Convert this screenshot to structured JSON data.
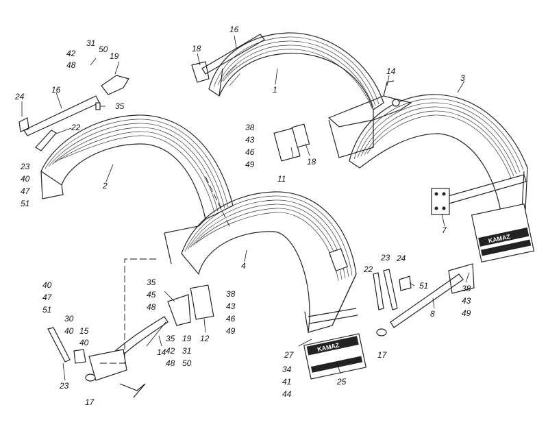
{
  "labels": [
    {
      "id": "n16a",
      "text": "16"
    },
    {
      "id": "n18a",
      "text": "18"
    },
    {
      "id": "n31a",
      "text": "31"
    },
    {
      "id": "n50a",
      "text": "50"
    },
    {
      "id": "n42a",
      "text": "42"
    },
    {
      "id": "n19a",
      "text": "19"
    },
    {
      "id": "n48a",
      "text": "48"
    },
    {
      "id": "n1",
      "text": "1"
    },
    {
      "id": "n14a",
      "text": "14"
    },
    {
      "id": "n3",
      "text": "3"
    },
    {
      "id": "n24a",
      "text": "24"
    },
    {
      "id": "n16b",
      "text": "16"
    },
    {
      "id": "n35a",
      "text": "35"
    },
    {
      "id": "n22a",
      "text": "22"
    },
    {
      "id": "n38a",
      "text": "38"
    },
    {
      "id": "n43a",
      "text": "43"
    },
    {
      "id": "n46a",
      "text": "46"
    },
    {
      "id": "n49a",
      "text": "49"
    },
    {
      "id": "n18b",
      "text": "18"
    },
    {
      "id": "n11",
      "text": "11"
    },
    {
      "id": "n23a",
      "text": "23"
    },
    {
      "id": "n40a",
      "text": "40"
    },
    {
      "id": "n47a",
      "text": "47"
    },
    {
      "id": "n51a",
      "text": "51"
    },
    {
      "id": "n2",
      "text": "2"
    },
    {
      "id": "n7",
      "text": "7"
    },
    {
      "id": "n4",
      "text": "4"
    },
    {
      "id": "n22b",
      "text": "22"
    },
    {
      "id": "n23b",
      "text": "23"
    },
    {
      "id": "n24b",
      "text": "24"
    },
    {
      "id": "n51b",
      "text": "51"
    },
    {
      "id": "n35b",
      "text": "35"
    },
    {
      "id": "n45",
      "text": "45"
    },
    {
      "id": "n48b",
      "text": "48"
    },
    {
      "id": "n38b",
      "text": "38"
    },
    {
      "id": "n43b",
      "text": "43"
    },
    {
      "id": "n46b",
      "text": "46"
    },
    {
      "id": "n49b",
      "text": "49"
    },
    {
      "id": "n40b",
      "text": "40"
    },
    {
      "id": "n47b",
      "text": "47"
    },
    {
      "id": "n51c",
      "text": "51"
    },
    {
      "id": "n38c",
      "text": "38"
    },
    {
      "id": "n43c",
      "text": "43"
    },
    {
      "id": "n49c",
      "text": "49"
    },
    {
      "id": "n8",
      "text": "8"
    },
    {
      "id": "n30",
      "text": "30"
    },
    {
      "id": "n40c",
      "text": "40"
    },
    {
      "id": "n15",
      "text": "15"
    },
    {
      "id": "n40d",
      "text": "40"
    },
    {
      "id": "n14b",
      "text": "14"
    },
    {
      "id": "n35c",
      "text": "35"
    },
    {
      "id": "n42b",
      "text": "42"
    },
    {
      "id": "n48c",
      "text": "48"
    },
    {
      "id": "n19b",
      "text": "19"
    },
    {
      "id": "n31b",
      "text": "31"
    },
    {
      "id": "n50b",
      "text": "50"
    },
    {
      "id": "n12",
      "text": "12"
    },
    {
      "id": "n27",
      "text": "27"
    },
    {
      "id": "n34",
      "text": "34"
    },
    {
      "id": "n41",
      "text": "41"
    },
    {
      "id": "n44",
      "text": "44"
    },
    {
      "id": "n25",
      "text": "25"
    },
    {
      "id": "n17a",
      "text": "17"
    },
    {
      "id": "n23c",
      "text": "23"
    },
    {
      "id": "n17b",
      "text": "17"
    }
  ],
  "mudflap_brand": "KAMAZ"
}
